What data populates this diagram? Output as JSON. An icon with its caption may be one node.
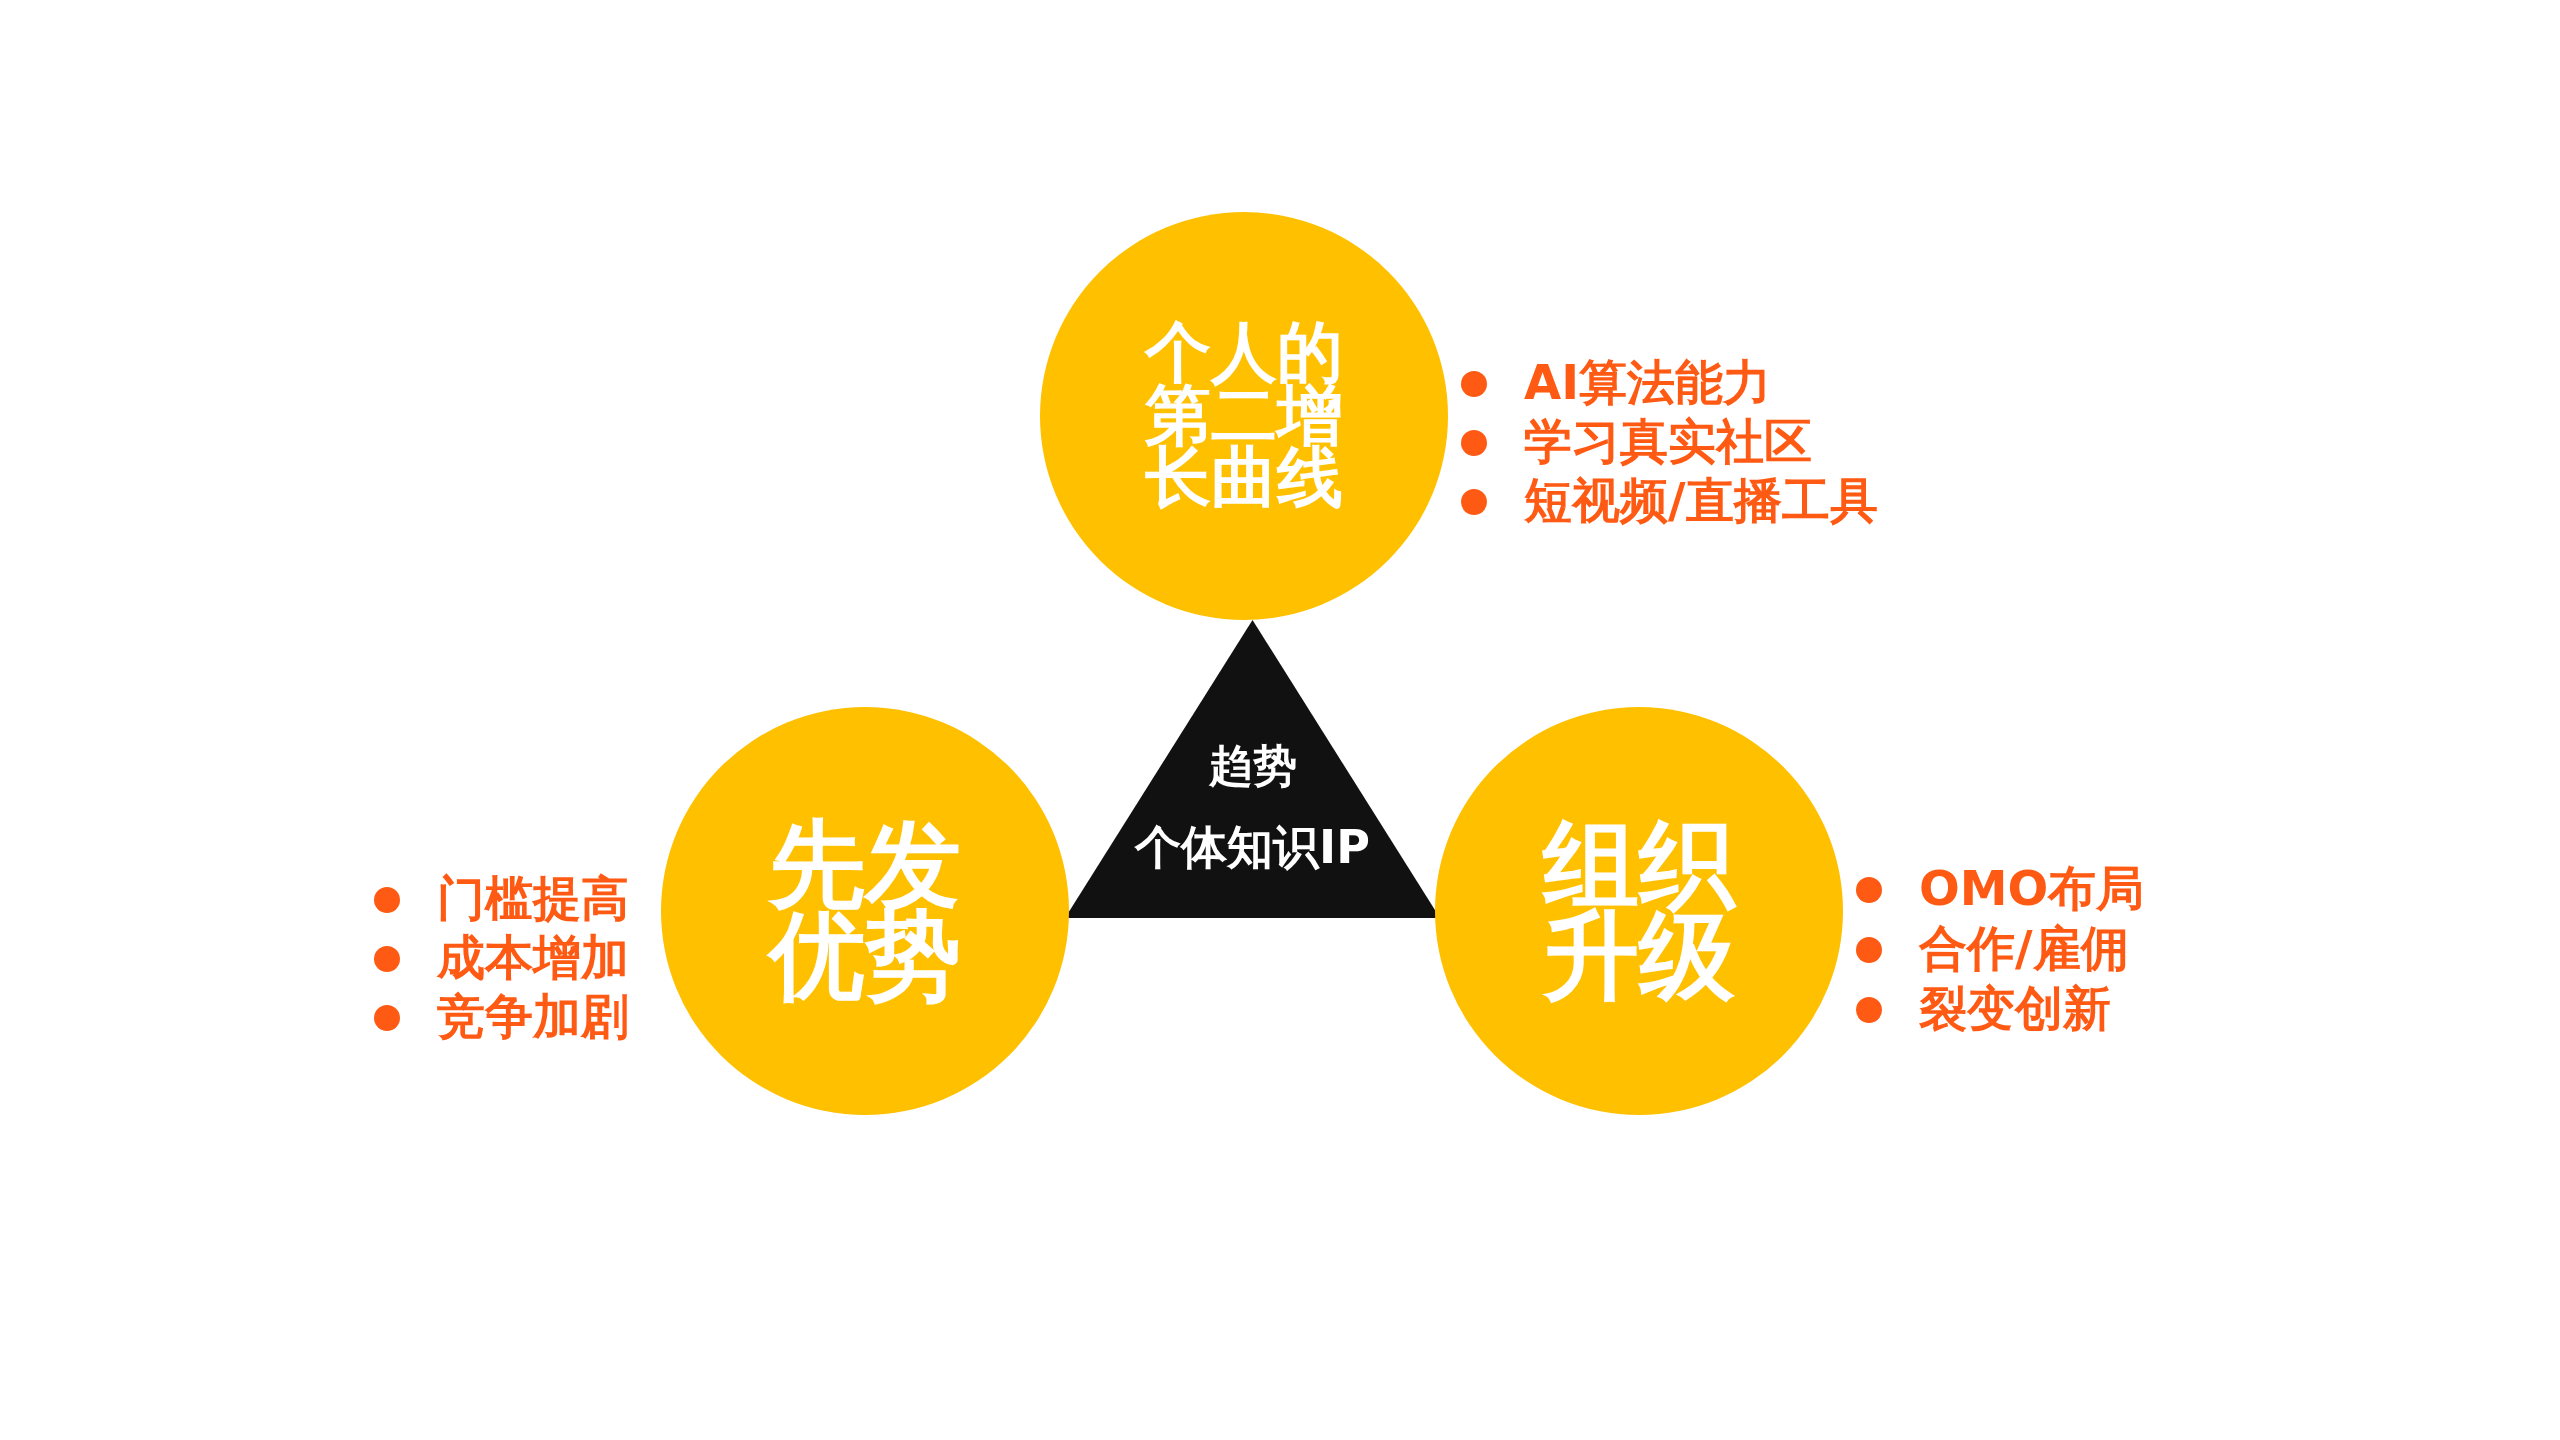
{
  "diagram": {
    "nodes": [
      {
        "text": [
          "个人的第二增长曲线"
        ],
        "beside": [
          "AI算法能力",
          "学习真实社区",
          "短视频/直播工具"
        ]
      },
      {
        "text": [
          "趋势",
          "个体知识IP"
        ]
      },
      {
        "text": [
          "先发优势"
        ],
        "beside": [
          "门槛提高",
          "成本增加",
          "竞争加剧"
        ]
      },
      {
        "text": [
          "组织升级"
        ],
        "beside": [
          "OMO布局",
          "合作/雇佣",
          "裂变创新"
        ]
      }
    ]
  }
}
